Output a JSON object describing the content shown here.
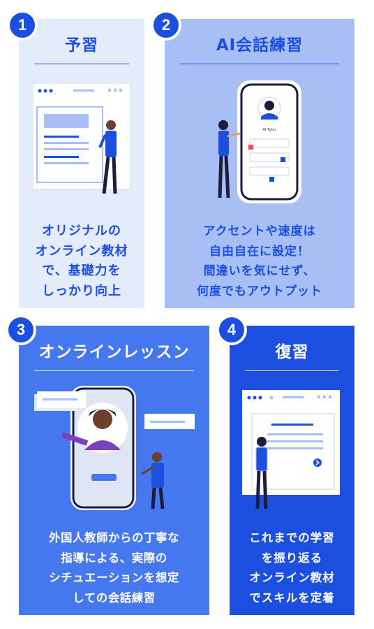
{
  "steps": [
    {
      "number": "1",
      "title": "予習",
      "lines": [
        "オリジナルの",
        "オンライン教材",
        "で、基礎力を",
        "しっかり向上"
      ]
    },
    {
      "number": "2",
      "title": "AI会話練習",
      "lines": [
        "アクセントや速度は",
        "自由自在に設定！",
        "間違いを気にせず、",
        "何度でもアウトプット"
      ]
    },
    {
      "number": "3",
      "title": "オンラインレッスン",
      "lines": [
        "外国人教師からの丁寧な",
        "指導による、実際の",
        "シチュエーションを想定",
        "しての会話練習"
      ]
    },
    {
      "number": "4",
      "title": "復習",
      "lines": [
        "これまでの学習",
        "を振り返る",
        "オンライン教材",
        "でスキルを定着"
      ]
    }
  ],
  "ai_tutor_label": "AI Tutor",
  "colors": {
    "dark_blue": "#1c4fe0",
    "mid_blue": "#4578ef",
    "light_blue": "#a8bff5",
    "pale_blue": "#e4ebfb",
    "accent_red": "#ef4b5a"
  }
}
